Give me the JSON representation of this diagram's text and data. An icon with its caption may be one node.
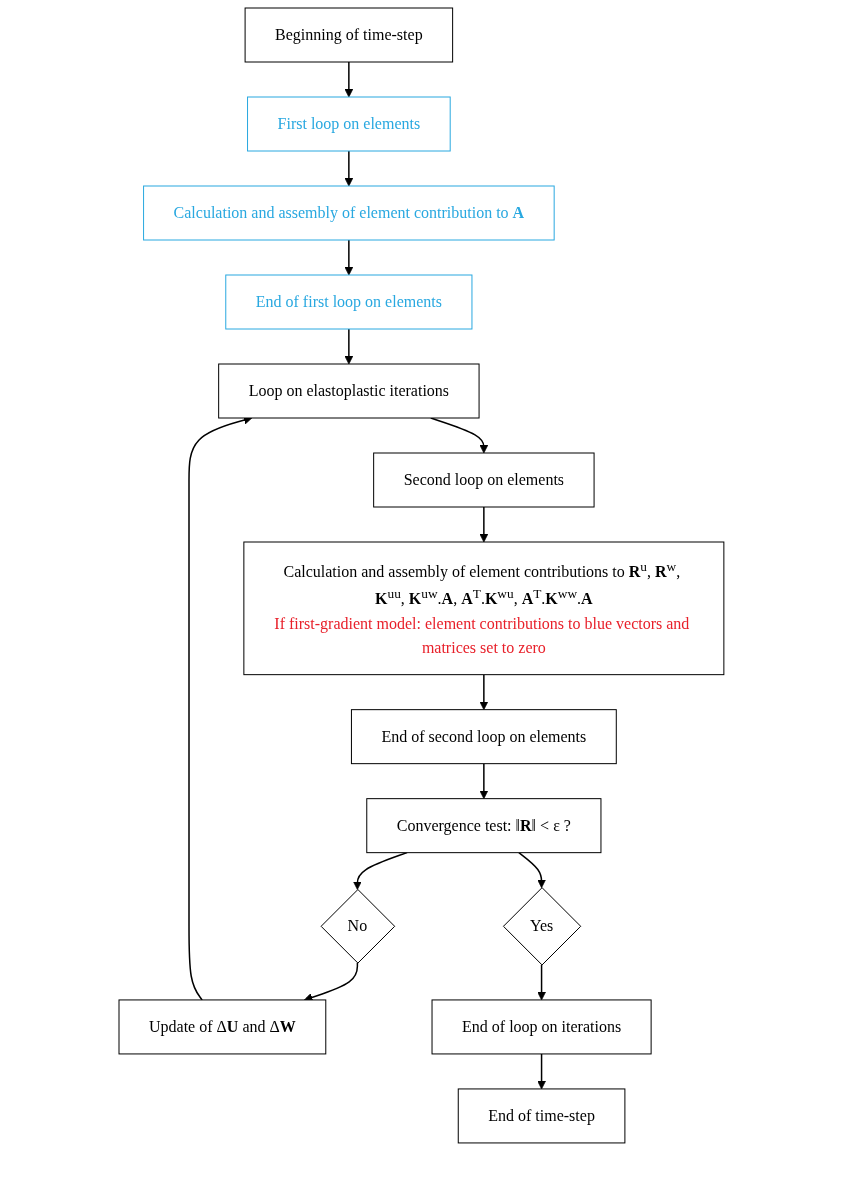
{
  "diagram": {
    "nodes": [
      {
        "text": [
          "Beginning of time-step"
        ]
      },
      {
        "text": [
          "First loop on elements"
        ]
      },
      {
        "text": [
          "Calculation and assembly of element contribution to **A**"
        ]
      },
      {
        "text": [
          "End of first loop on elements"
        ]
      },
      {
        "text": [
          "Loop on elastoplastic iterations"
        ]
      },
      {
        "text": [
          "Second loop on elements"
        ]
      },
      {
        "text": [
          "Calculation and assembly of element contributions to **R**$^{u}$, **R**$^{w}$, **K**$^{uu}$, **K**$^{uw}$.**A**, **A**$^{T}$.**K**$^{wu}$, **A**$^{T}$.**K**$^{ww}$.**A**",
          "If first-gradient model: element contributions to blue vectors and matrices set to zero"
        ]
      },
      {
        "text": [
          "End of second loop on elements"
        ]
      },
      {
        "text": [
          "Convergence test: ‖**R**‖ < ε ?"
        ]
      },
      {
        "text": [
          "No"
        ]
      },
      {
        "text": [
          "Update of Δ**U** and Δ**W**"
        ]
      },
      {
        "text": [
          "Yes"
        ]
      },
      {
        "text": [
          "End of loop on iterations"
        ]
      },
      {
        "text": [
          "End of time-step"
        ]
      }
    ],
    "edges": [
      {
        "from": 0,
        "to": 1,
        "arrow": "to"
      },
      {
        "from": 1,
        "to": 2,
        "arrow": "to"
      },
      {
        "from": 2,
        "to": 3,
        "arrow": "to"
      },
      {
        "from": 3,
        "to": 4,
        "arrow": "to"
      },
      {
        "from": 4,
        "to": 5,
        "arrow": "to"
      },
      {
        "from": 5,
        "to": 6,
        "arrow": "to"
      },
      {
        "from": 6,
        "to": 7,
        "arrow": "to"
      },
      {
        "from": 7,
        "to": 8,
        "arrow": "to"
      },
      {
        "from": 8,
        "to": 9,
        "arrow": "to"
      },
      {
        "from": 9,
        "to": 10,
        "arrow": "to"
      },
      {
        "from": 10,
        "to": 4,
        "arrow": "to"
      },
      {
        "from": 8,
        "to": 11,
        "arrow": "to"
      },
      {
        "from": 11,
        "to": 12,
        "arrow": "to"
      },
      {
        "from": 12,
        "to": 13,
        "arrow": "to"
      }
    ]
  }
}
